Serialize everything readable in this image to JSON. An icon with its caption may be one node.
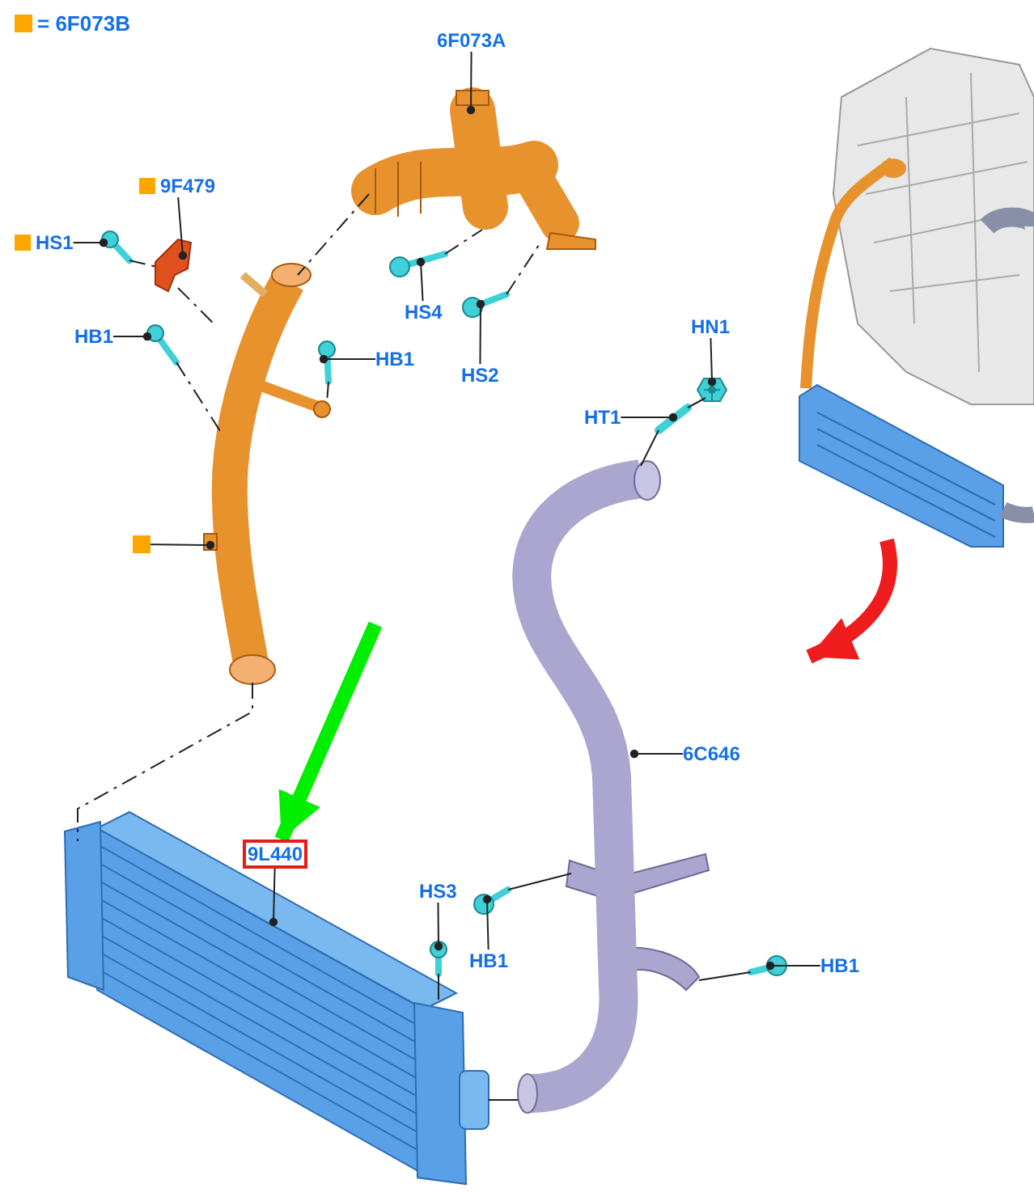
{
  "diagram": {
    "nodes": [
      {
        "text": [
          "6F073A"
        ]
      },
      {
        "text": [
          "9F479"
        ]
      },
      {
        "text": [
          "HS1"
        ]
      },
      {
        "text": [
          "HS4"
        ]
      },
      {
        "text": [
          "HB1"
        ]
      },
      {
        "text": [
          "HB1"
        ]
      },
      {
        "text": [
          "HS2"
        ]
      },
      {
        "text": [
          "HN1"
        ]
      },
      {
        "text": [
          "HT1"
        ]
      },
      {
        "text": [],
        "shape": "box"
      },
      {
        "text": [
          "6C646"
        ]
      },
      {
        "text": [
          "9L440"
        ]
      },
      {
        "text": [
          "HS3"
        ]
      },
      {
        "text": [
          "HB1"
        ]
      },
      {
        "text": [
          "HB1"
        ]
      },
      {
        "text": [],
        "shape": "picture"
      },
      {
        "text": [],
        "shape": "picture"
      },
      {
        "text": [],
        "shape": "picture"
      },
      {
        "text": [],
        "shape": "picture"
      },
      {
        "text": [],
        "shape": "picture"
      },
      {
        "text": [],
        "shape": "picture"
      },
      {
        "text": [],
        "shape": "picture"
      },
      {
        "text": [],
        "shape": "picture"
      },
      {
        "text": [],
        "shape": "picture"
      },
      {
        "text": [],
        "shape": "picture"
      },
      {
        "text": [],
        "shape": "picture"
      },
      {
        "text": [],
        "shape": "picture"
      },
      {
        "text": [],
        "shape": "picture"
      },
      {
        "text": [],
        "shape": "picture"
      },
      {
        "text": [],
        "shape": "picture"
      },
      {
        "text": [],
        "shape": "picture"
      }
    ],
    "edges": [
      {
        "from": 0,
        "to": 15,
        "arrow": "other"
      },
      {
        "from": 1,
        "to": 16,
        "arrow": "other"
      },
      {
        "from": 2,
        "to": 17,
        "arrow": "other"
      },
      {
        "from": 3,
        "to": 18,
        "arrow": "other"
      },
      {
        "from": 4,
        "to": 19,
        "arrow": "other"
      },
      {
        "from": 5,
        "to": 20,
        "arrow": "other"
      },
      {
        "from": 6,
        "to": 21,
        "arrow": "other"
      },
      {
        "from": 7,
        "to": 24,
        "arrow": "other"
      },
      {
        "from": 8,
        "to": 25,
        "arrow": "other"
      },
      {
        "from": 9,
        "to": 22,
        "arrow": "other"
      },
      {
        "from": 10,
        "to": 26,
        "arrow": "other"
      },
      {
        "from": 11,
        "to": 27,
        "arrow": "other"
      },
      {
        "from": 12,
        "to": 28,
        "arrow": "other"
      },
      {
        "from": 13,
        "to": 29,
        "arrow": "other"
      },
      {
        "from": 14,
        "to": 30,
        "arrow": "other"
      },
      {
        "from": 15,
        "to": 22,
        "arrow": "none",
        "style": "dashed"
      },
      {
        "from": 17,
        "to": 16,
        "arrow": "none",
        "style": "dashed"
      },
      {
        "from": 16,
        "to": 22,
        "arrow": "none",
        "style": "dashed"
      },
      {
        "from": 19,
        "to": 22,
        "arrow": "none",
        "style": "dashed"
      },
      {
        "from": 20,
        "to": 22,
        "arrow": "none",
        "style": "dashed"
      },
      {
        "from": 18,
        "to": 15,
        "arrow": "none",
        "style": "dashed"
      },
      {
        "from": 21,
        "to": 15,
        "arrow": "none",
        "style": "dashed"
      },
      {
        "from": 22,
        "to": 27,
        "arrow": "none",
        "style": "dashed"
      },
      {
        "from": 24,
        "to": 25,
        "arrow": "none"
      },
      {
        "from": 25,
        "to": 26,
        "arrow": "none"
      },
      {
        "from": 28,
        "to": 27,
        "arrow": "none"
      },
      {
        "from": 29,
        "to": 26,
        "arrow": "none"
      },
      {
        "from": 30,
        "to": 26,
        "arrow": "none"
      },
      {
        "from": 27,
        "to": 26,
        "arrow": "none"
      },
      {
        "from": null,
        "to": 11,
        "arrow": "to",
        "style": "thick",
        "color": "#00ee00"
      },
      {
        "from": 23,
        "to": null,
        "arrow": "to",
        "style": "thick",
        "color": "#ee1c1c"
      }
    ],
    "legend": [
      {
        "text": "= 6F073B",
        "color": "#ffa500"
      }
    ]
  }
}
